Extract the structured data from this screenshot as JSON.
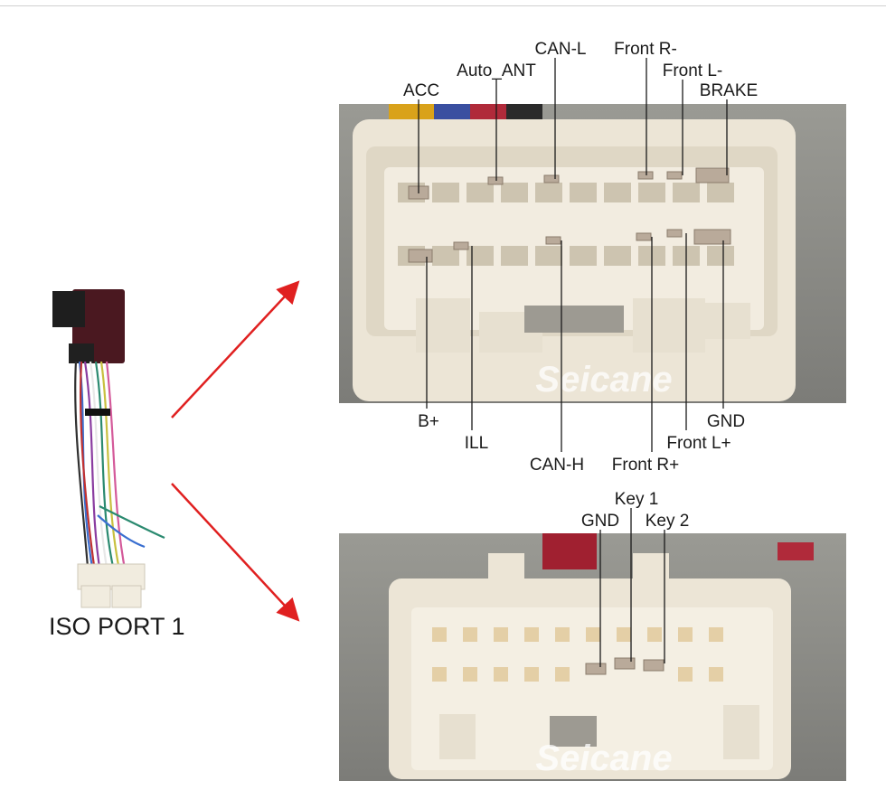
{
  "port_label": "ISO PORT 1",
  "watermark": "Seicane",
  "top_connector": {
    "top_labels": [
      "ACC",
      "Auto_ANT",
      "CAN-L",
      "Front R-",
      "Front L-",
      "BRAKE"
    ],
    "bottom_labels": [
      "B+",
      "ILL",
      "CAN-H",
      "Front R+",
      "Front L+",
      "GND"
    ]
  },
  "bottom_connector": {
    "labels": [
      "Key 1",
      "GND",
      "Key 2"
    ]
  },
  "colors": {
    "arrow": "#e02020",
    "connector_body": "#ece5d6",
    "background_photo": "#8c8c86"
  }
}
